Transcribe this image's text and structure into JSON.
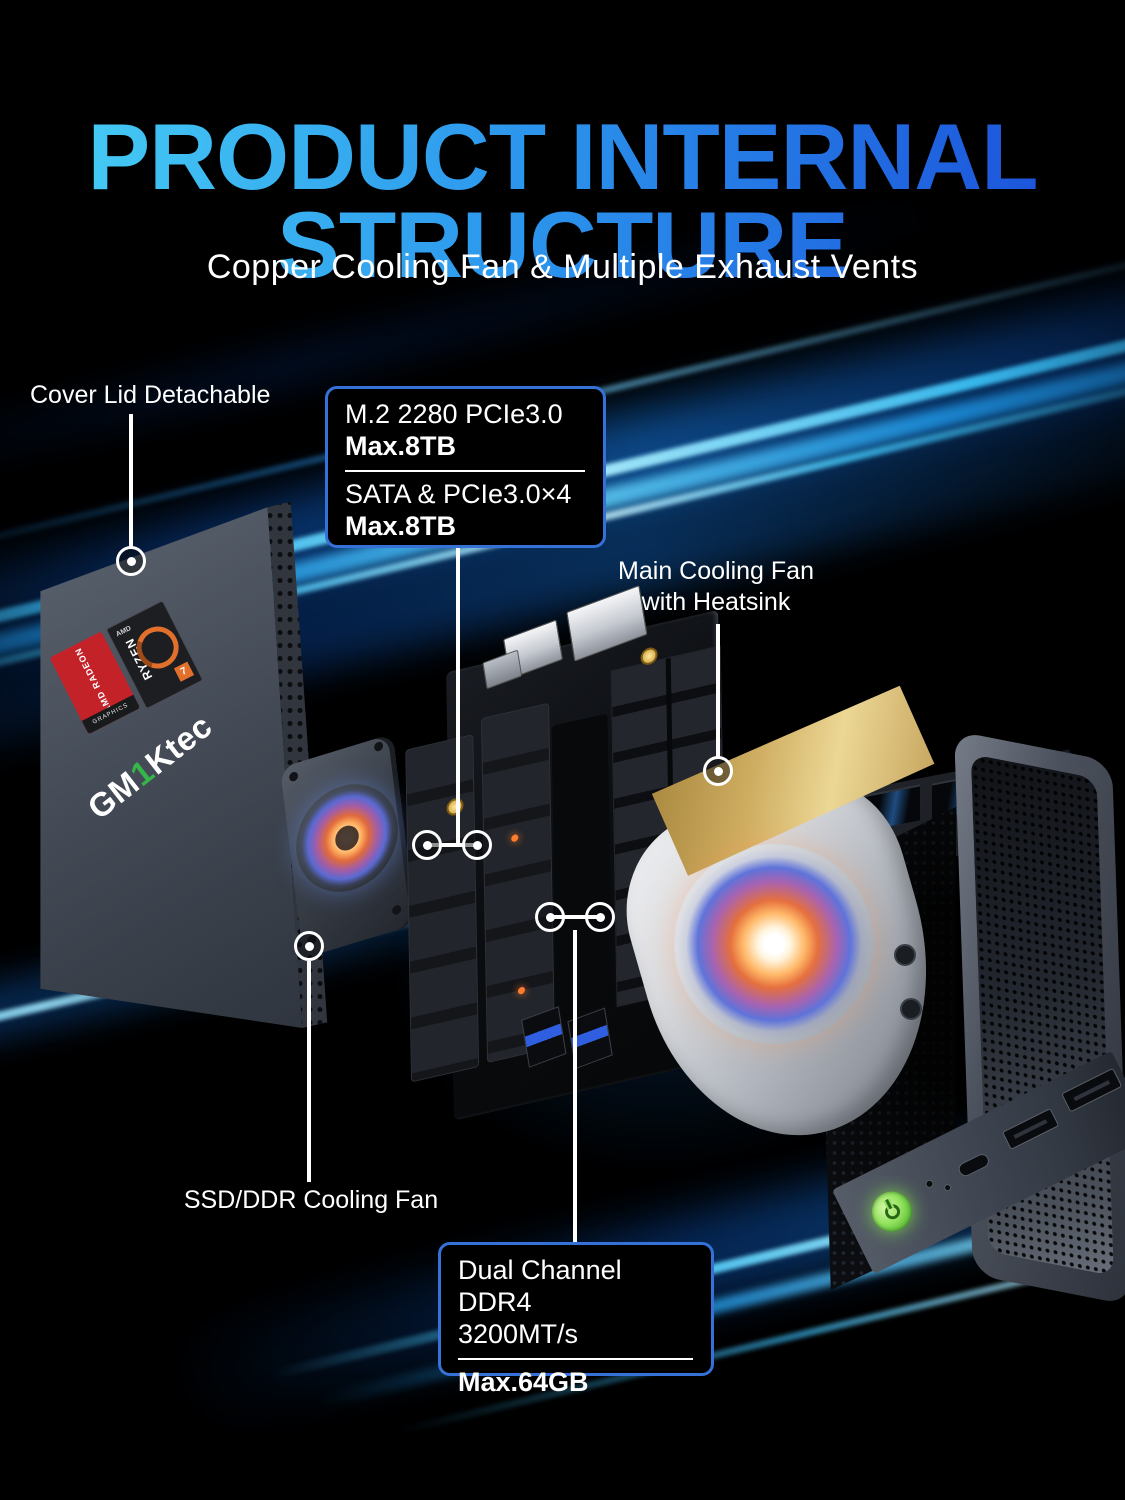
{
  "header": {
    "title_line1": "PRODUCT INTERNAL",
    "title_line2": "STRUCTURE",
    "subtitle": "Copper Cooling Fan & Multiple Exhaust Vents"
  },
  "callouts": {
    "cover_lid": {
      "label": "Cover Lid Detachable"
    },
    "storage_box": {
      "row1_title": "M.2 2280 PCIe3.0",
      "row1_value": "Max.8TB",
      "row2_title": "SATA & PCIe3.0×4",
      "row2_value": "Max.8TB"
    },
    "main_fan": {
      "line1": "Main Cooling Fan",
      "line2": "with Heatsink"
    },
    "ssd_fan": {
      "label": "SSD/DDR Cooling Fan"
    },
    "memory_box": {
      "row1_title": "Dual Channel DDR4",
      "row2_title": "3200MT/s",
      "row_value": "Max.64GB"
    }
  },
  "product": {
    "logo": {
      "part1": "GM",
      "part2": "1",
      "part3": "Ktec"
    },
    "stickers": {
      "radeon_text": "AMD RADEON",
      "radeon_sub": "GRAPHICS",
      "ryzen_brand": "AMD",
      "ryzen_text": "RYZEN",
      "ryzen_series": "7"
    }
  },
  "icons": {
    "power": "power-glyph (ring + bar)"
  },
  "colors": {
    "title_gradient_start": "#45cbf4",
    "title_gradient_end": "#1b50da",
    "callout_border_blue": "#3571d6",
    "beam_cyan": "#45c9f8",
    "heatsink_gold": "#d9b564",
    "power_button_green": "#8ade55",
    "logo_accent_green": "#35b54a"
  }
}
